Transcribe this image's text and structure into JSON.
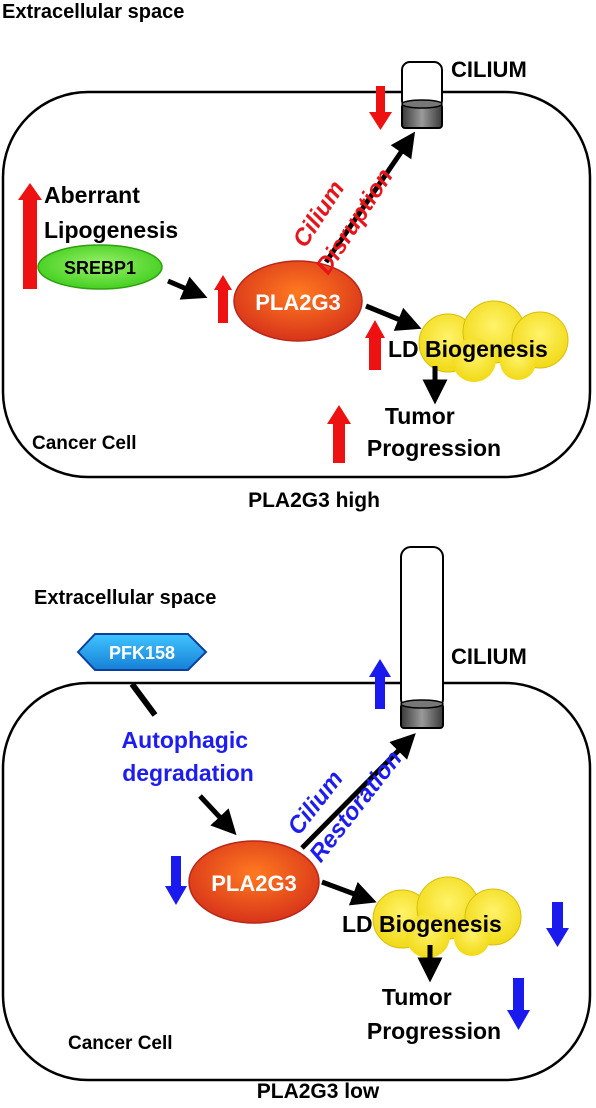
{
  "top_panel": {
    "extracellular_label": "Extracellular space",
    "cilium_label": "CILIUM",
    "lipogenesis_label_line1": "Aberrant",
    "lipogenesis_label_line2": "Lipogenesis",
    "srebp1_label": "SREBP1",
    "pla2g3_label": "PLA2G3",
    "cilium_effect_line1": "Cilium",
    "cilium_effect_line2": "Disruption",
    "ld_label": "LD Biogenesis",
    "tumor_line1": "Tumor",
    "tumor_line2": "Progression",
    "cell_label": "Cancer Cell",
    "caption": "PLA2G3 high"
  },
  "bottom_panel": {
    "extracellular_label": "Extracellular space",
    "drug_label": "PFK158",
    "cilium_label": "CILIUM",
    "autophagy_line1": "Autophagic",
    "autophagy_line2": "degradation",
    "cilium_effect_line1": "Cilium",
    "cilium_effect_line2": "Restoration",
    "pla2g3_label": "PLA2G3",
    "ld_label": "LD Biogenesis",
    "tumor_line1": "Tumor",
    "tumor_line2": "Progression",
    "cell_label": "Cancer Cell",
    "caption": "PLA2G3 low"
  },
  "colors": {
    "increase_arrow": "#ee1111",
    "decrease_arrow": "#1a1aee",
    "disruption_text": "#e8141b",
    "restoration_text": "#1d1df0",
    "pla2g3_fill": "#e8461a",
    "srebp1_fill": "#55e02a",
    "ld_fill": "#f6e41a",
    "pfk158_fill": "#1ea8ef"
  }
}
